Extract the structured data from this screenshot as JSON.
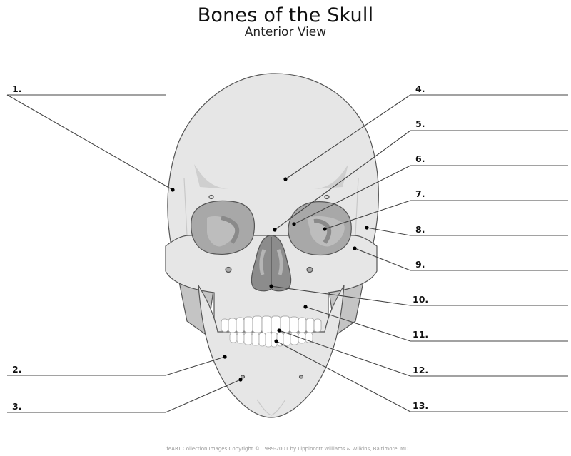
{
  "header": {
    "title": "Bones of the Skull",
    "subtitle": "Anterior View"
  },
  "labels": [
    {
      "number": "1.",
      "side": "left",
      "answer": ""
    },
    {
      "number": "2.",
      "side": "left",
      "answer": ""
    },
    {
      "number": "3.",
      "side": "left",
      "answer": ""
    },
    {
      "number": "4.",
      "side": "right",
      "answer": ""
    },
    {
      "number": "5.",
      "side": "right",
      "answer": ""
    },
    {
      "number": "6.",
      "side": "right",
      "answer": ""
    },
    {
      "number": "7.",
      "side": "right",
      "answer": ""
    },
    {
      "number": "8.",
      "side": "right",
      "answer": ""
    },
    {
      "number": "9.",
      "side": "right",
      "answer": ""
    },
    {
      "number": "10.",
      "side": "right",
      "answer": ""
    },
    {
      "number": "11.",
      "side": "right",
      "answer": ""
    },
    {
      "number": "12.",
      "side": "right",
      "answer": ""
    },
    {
      "number": "13.",
      "side": "right",
      "answer": ""
    }
  ],
  "colors": {
    "bone": "#e6e6e6",
    "bone_light": "#f2f2f2",
    "orbit": "#a8a8a8",
    "orbit_dark": "#8a8a8a",
    "nasal": "#8c8c8c",
    "outline": "#555555",
    "leader": "#333333"
  },
  "footer": {
    "copyright": "LifeART Collection Images Copyright © 1989-2001 by Lippincott Williams & Wilkins, Baltimore, MD"
  }
}
